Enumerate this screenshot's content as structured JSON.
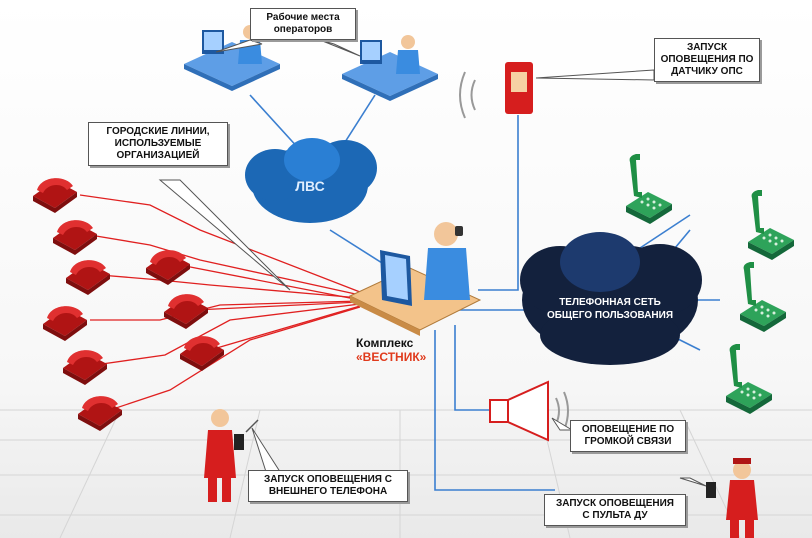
{
  "labels": {
    "operators": "Рабочие места\nоператоров",
    "city_lines": "ГОРОДСКИЕ ЛИНИИ,\nИСПОЛЬЗУЕМЫЕ\nОРГАНИЗАЦИЕЙ",
    "lan": "ЛВС",
    "ops_sensor": "ЗАПУСК\nОПОВЕЩЕНИЯ ПО\nДАТЧИКУ ОПС",
    "pstn": "ТЕЛЕФОННАЯ СЕТЬ\nОБЩЕГО ПОЛЬЗОВАНИЯ",
    "complex_line1": "Комплекс",
    "complex_line2": "«ВЕСТНИК»",
    "loudspeaker": "ОПОВЕЩЕНИЕ ПО\nГРОМКОЙ СВЯЗИ",
    "external_phone": "ЗАПУСК ОПОВЕЩЕНИЯ С\nВНЕШНЕГО ТЕЛЕФОНА",
    "remote": "ЗАПУСК ОПОВЕЩЕНИЯ\nС ПУЛЬТА ДУ"
  },
  "colors": {
    "red_phone": "#d61e1e",
    "green_phone": "#1f8f45",
    "cloud_blue": "#1c68b5",
    "cloud_dark": "#13213d",
    "link_blue": "#3b7fd0",
    "red_line": "#e02020",
    "accent": "#e03a1c"
  },
  "icons": [
    "computer-icon",
    "operator-icon",
    "phone-icon",
    "speaker-icon",
    "sensor-icon",
    "person-icon",
    "remote-icon"
  ]
}
